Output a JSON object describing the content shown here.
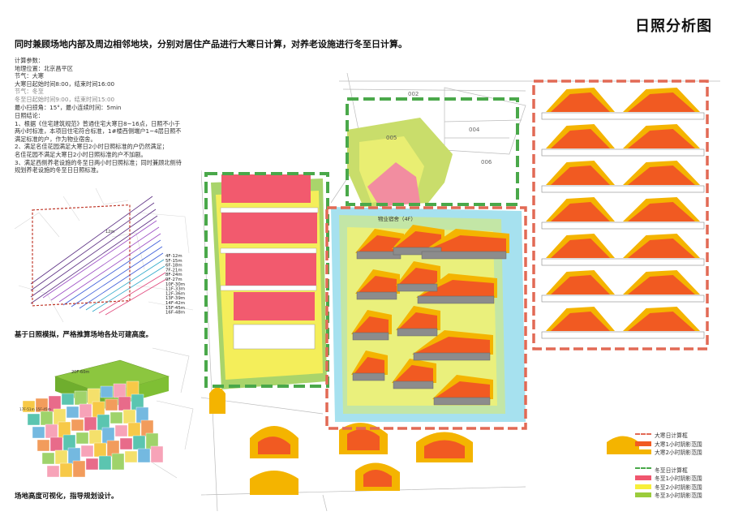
{
  "title": "日照分析图",
  "headline": "同时兼顾场地内部及周边相邻地块，分别对居住产品进行大寒日计算，对养老设施进行冬至日计算。",
  "params": {
    "heading": "计算参数：",
    "location": "地理位置：北京昌平区",
    "term_dahan": "节气：大寒",
    "time_dahan": "大寒日起始时间8:00，结束时间16:00",
    "term_dongzhi": "节气：冬至",
    "time_dongzhi": "冬至日起始时间9:00，结束时间15:00",
    "scan": "最小扫掠角：15°，最小连续时间：5min"
  },
  "conclusion": {
    "heading": "日照结论：",
    "l1": "1、根据《住宅建筑规范》普通住宅大寒日8~16点，日照不小于",
    "l2": "两小时标准，本项目住宅符合标准，1#楼西侧端户1~4层日照不",
    "l3": "满足标准的户，作为物业宿舍。",
    "l4": "2、满足名佳花园满足大寒日2小时日照标准的户仍然满足；",
    "l5": "名佳花园不满足大寒日2小时日照标准的户不加剧。",
    "l6": "3、满足西侧养老设施的冬至日两小时日照标准；同时兼顾北侧待",
    "l7": "规划养老设施的冬至日日照标准。"
  },
  "caption1": "基于日照模拟，严格推算场地各处可建高度。",
  "caption2": "场地高度可视化，指导规划设计。",
  "height_labels": [
    "4F-12m",
    "5F-15m",
    "6F-18m",
    "7F-21m",
    "8F-24m",
    "9F-27m",
    "10F-30m",
    "11F-33m",
    "12F-36m",
    "13F-39m",
    "14F-42m",
    "15F-45m",
    "16F-48m"
  ],
  "label_12m": "12m",
  "model_label": "20F-60m",
  "model_row_label": "17F-51m 15F-45m",
  "map_labels": {
    "p002": "002",
    "p004": "004",
    "p005": "005",
    "p006": "006",
    "dorm": "物业宿舍（4F）"
  },
  "legend": {
    "dahan_box": "大寒日计算框",
    "dahan_1h": "大寒1小时阴影范围",
    "dahan_2h": "大寒2小时阴影范围",
    "dongzhi_box": "冬至日计算框",
    "dongzhi_1h": "冬至1小时阴影范围",
    "dongzhi_2h": "冬至2小时阴影范围",
    "dongzhi_3h": "冬至3小时阴影范围"
  },
  "colors": {
    "red_box": "#e26a55",
    "green_box": "#4aa84a",
    "dahan_1h": "#f15a22",
    "dahan_2h": "#f4b400",
    "dongzhi_1h": "#f0566e",
    "dongzhi_2h": "#f7ef3a",
    "dongzhi_3h": "#9bcc3c"
  }
}
